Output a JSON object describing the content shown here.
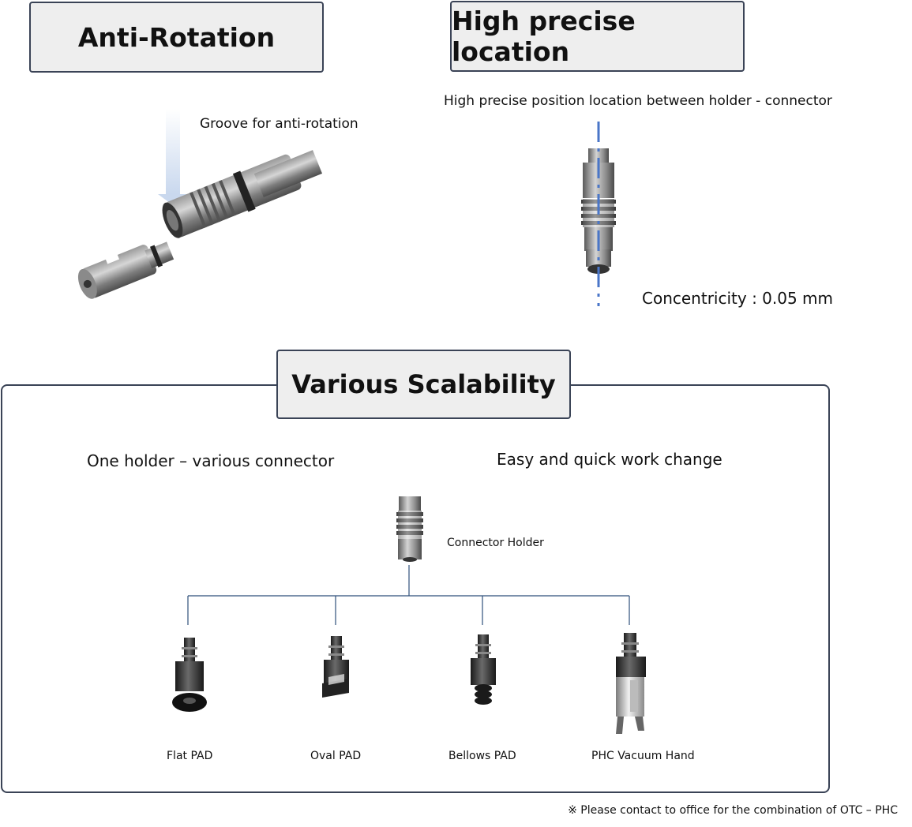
{
  "anti_rotation": {
    "title": "Anti-Rotation",
    "caption": "Groove for anti-rotation"
  },
  "precise_location": {
    "title": "High precise location",
    "caption": "High precise position location between holder - connector",
    "concentricity": "Concentricity : 0.05 mm"
  },
  "scalability": {
    "title": "Various Scalability",
    "left_caption": "One holder – various connector",
    "right_caption": "Easy and quick work change",
    "holder_label": "Connector Holder",
    "connectors": [
      {
        "label": "Flat PAD"
      },
      {
        "label": "Oval PAD"
      },
      {
        "label": "Bellows PAD"
      },
      {
        "label": "PHC Vacuum Hand"
      }
    ]
  },
  "footnote": "※ Please contact to office for the combination of OTC – PHC",
  "colors": {
    "box_border": "#3a4356",
    "box_fill": "#eeeeee",
    "axis_line": "#4a76c8",
    "tree_line": "#2f4f7a"
  }
}
